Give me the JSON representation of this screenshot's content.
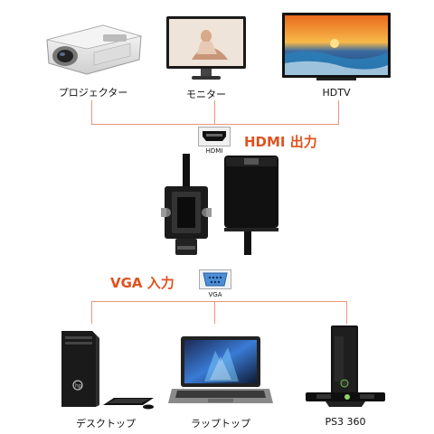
{
  "outputs": {
    "projector": {
      "label": "プロジェクター"
    },
    "monitor": {
      "label": "モニター"
    },
    "hdtv": {
      "label": "HDTV"
    }
  },
  "hdmi": {
    "port_label": "HDMI",
    "title": "HDMI 出力"
  },
  "vga": {
    "port_label": "VGA",
    "title": "VGA 入力"
  },
  "inputs": {
    "desktop": {
      "label": "デスクトップ"
    },
    "laptop": {
      "label": "ラップトップ"
    },
    "ps3": {
      "label": "PS3 360"
    }
  },
  "colors": {
    "accent": "#e0521f",
    "connector_line": "#e9967a",
    "adapter": "#111111"
  }
}
